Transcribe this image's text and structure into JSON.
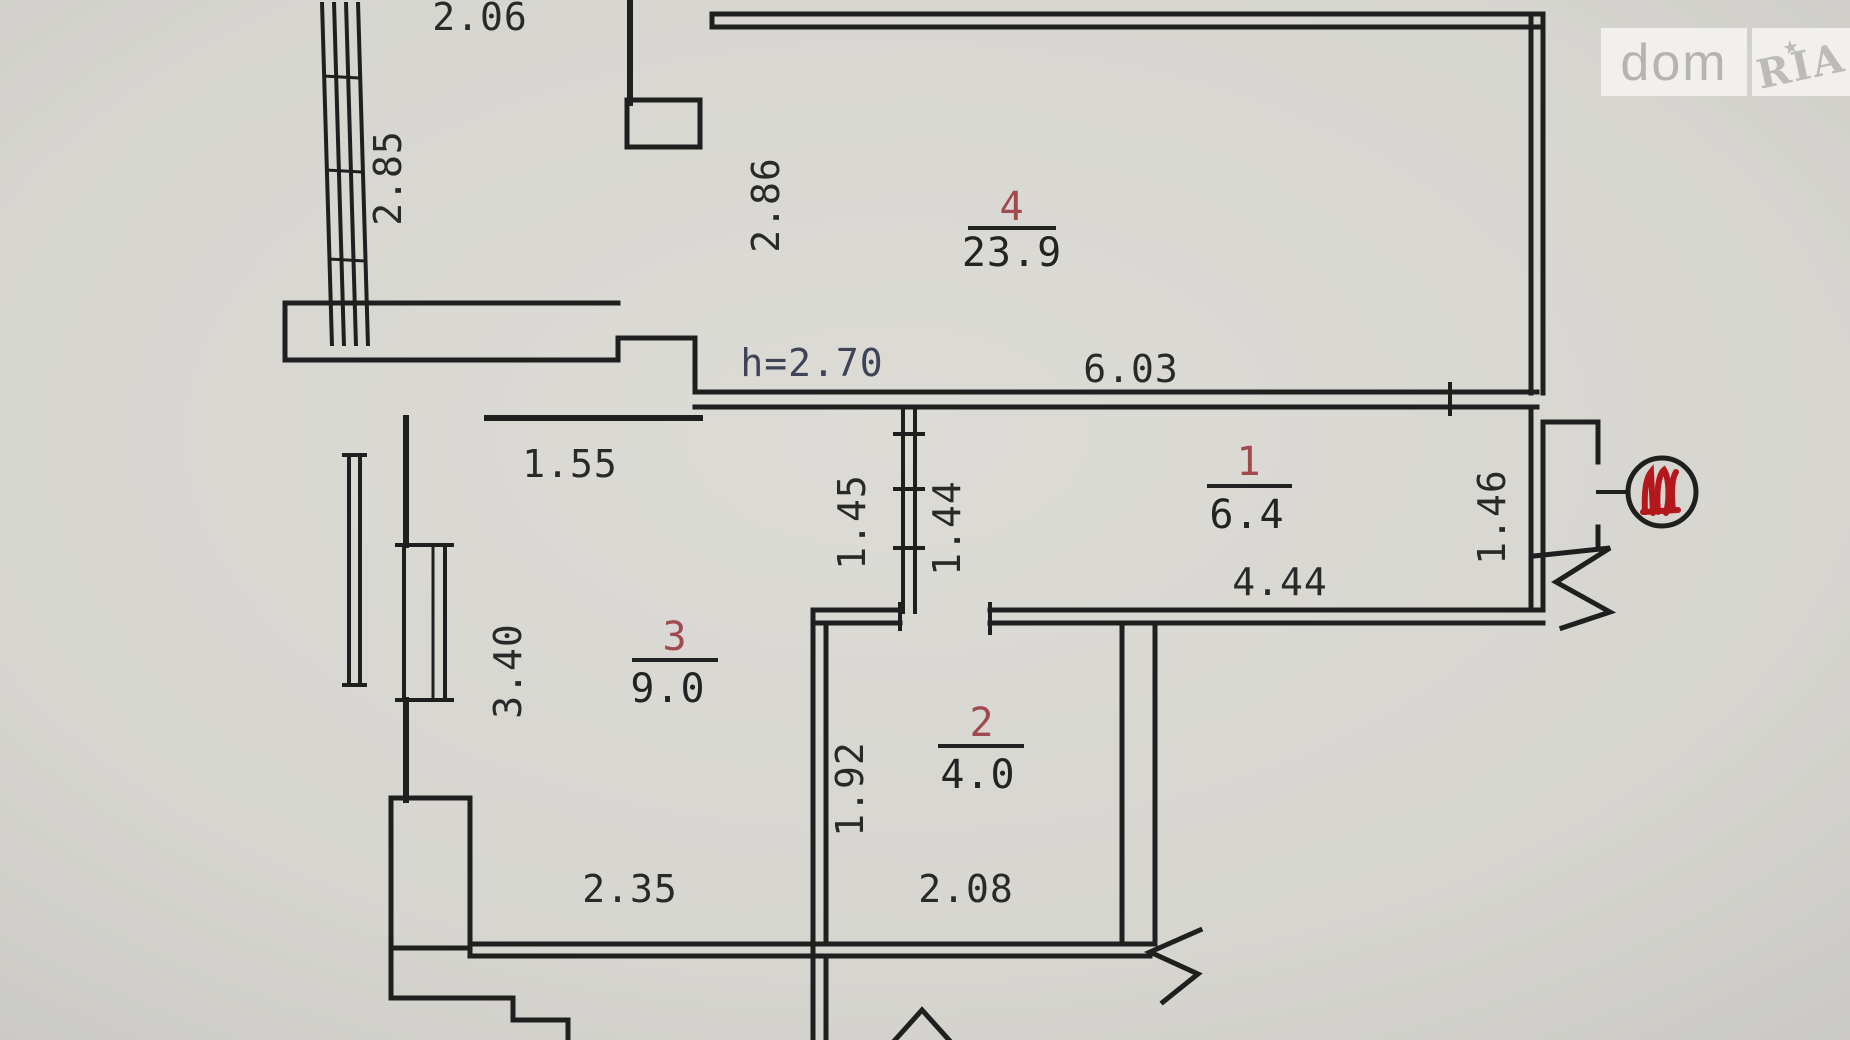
{
  "watermark": {
    "left_label": "dom",
    "right_label": "RIA",
    "star": "★"
  },
  "plan": {
    "height_note": "h=2.70",
    "rooms": [
      {
        "id": "room-4",
        "number": "4",
        "area": "23.9"
      },
      {
        "id": "room-1",
        "number": "1",
        "area": "6.4"
      },
      {
        "id": "room-3",
        "number": "3",
        "area": "9.0"
      },
      {
        "id": "room-2",
        "number": "2",
        "area": "4.0"
      }
    ],
    "dimensions": {
      "balcony_width": "2.06",
      "balcony_depth": "2.85",
      "room4_left_height": "2.86",
      "room4_bottom_width": "6.03",
      "room3_top_width": "1.55",
      "room3_door_side": "1.45",
      "room1_door_side": "1.44",
      "room1_bottom_width": "4.44",
      "entry_side": "1.46",
      "room3_left_height": "3.40",
      "room3_bottom_width": "2.35",
      "room2_left_height": "1.92",
      "room2_bottom_width": "2.08"
    },
    "colors": {
      "paper": "#d8d7d2",
      "wall": "#1f1f1f",
      "room_number": "#a04a50",
      "dimension_text": "#29292a",
      "height_text": "#3e4357",
      "marker": "#b2181c"
    }
  }
}
